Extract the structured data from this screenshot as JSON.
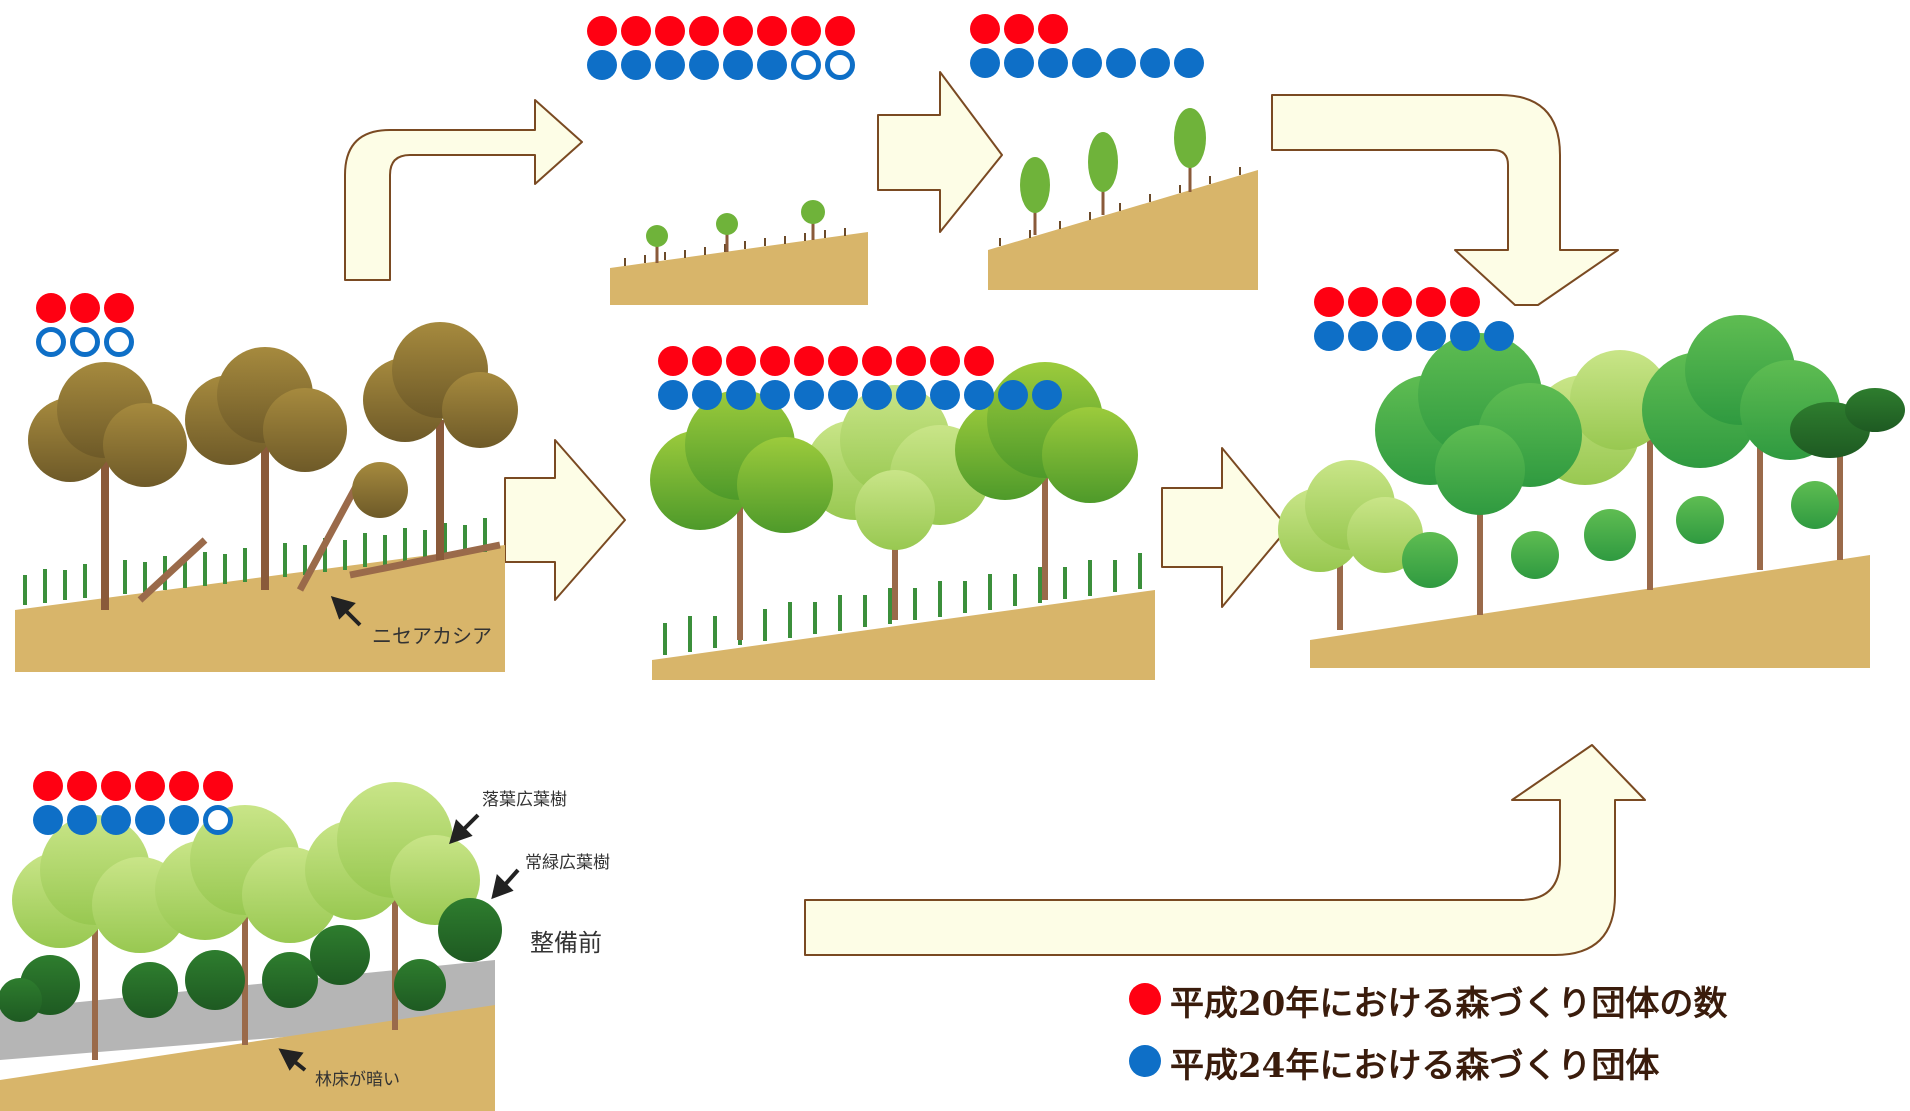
{
  "colors": {
    "red": "#ff0012",
    "blue": "#0e6fc7",
    "ground": "#d8b56a",
    "arrow_fill": "#fdfde6",
    "arrow_stroke": "#7a4a22",
    "text_dark": "#3a1c0c"
  },
  "stages": [
    {
      "id": "acacia",
      "red": 3,
      "blue_filled": 0,
      "blue_hollow": 3
    },
    {
      "id": "seedling",
      "red": 8,
      "blue_filled": 6,
      "blue_hollow": 2
    },
    {
      "id": "young-trees",
      "red": 3,
      "blue_filled": 7,
      "blue_hollow": 0
    },
    {
      "id": "thinned",
      "red": 10,
      "blue_filled": 12,
      "blue_hollow": 0
    },
    {
      "id": "mature",
      "red": 5,
      "blue_filled": 6,
      "blue_hollow": 0
    },
    {
      "id": "before",
      "red": 6,
      "blue_filled": 5,
      "blue_hollow": 1
    }
  ],
  "annotations": {
    "acacia": "ニセアカシア",
    "deciduous": "落葉広葉樹",
    "evergreen": "常緑広葉樹",
    "before": "整備前",
    "dark_floor": "林床が暗い"
  },
  "legend": [
    {
      "color": "red",
      "text": "平成20年における森づくり団体の数"
    },
    {
      "color": "blue",
      "text": "平成24年における森づくり団体"
    }
  ]
}
